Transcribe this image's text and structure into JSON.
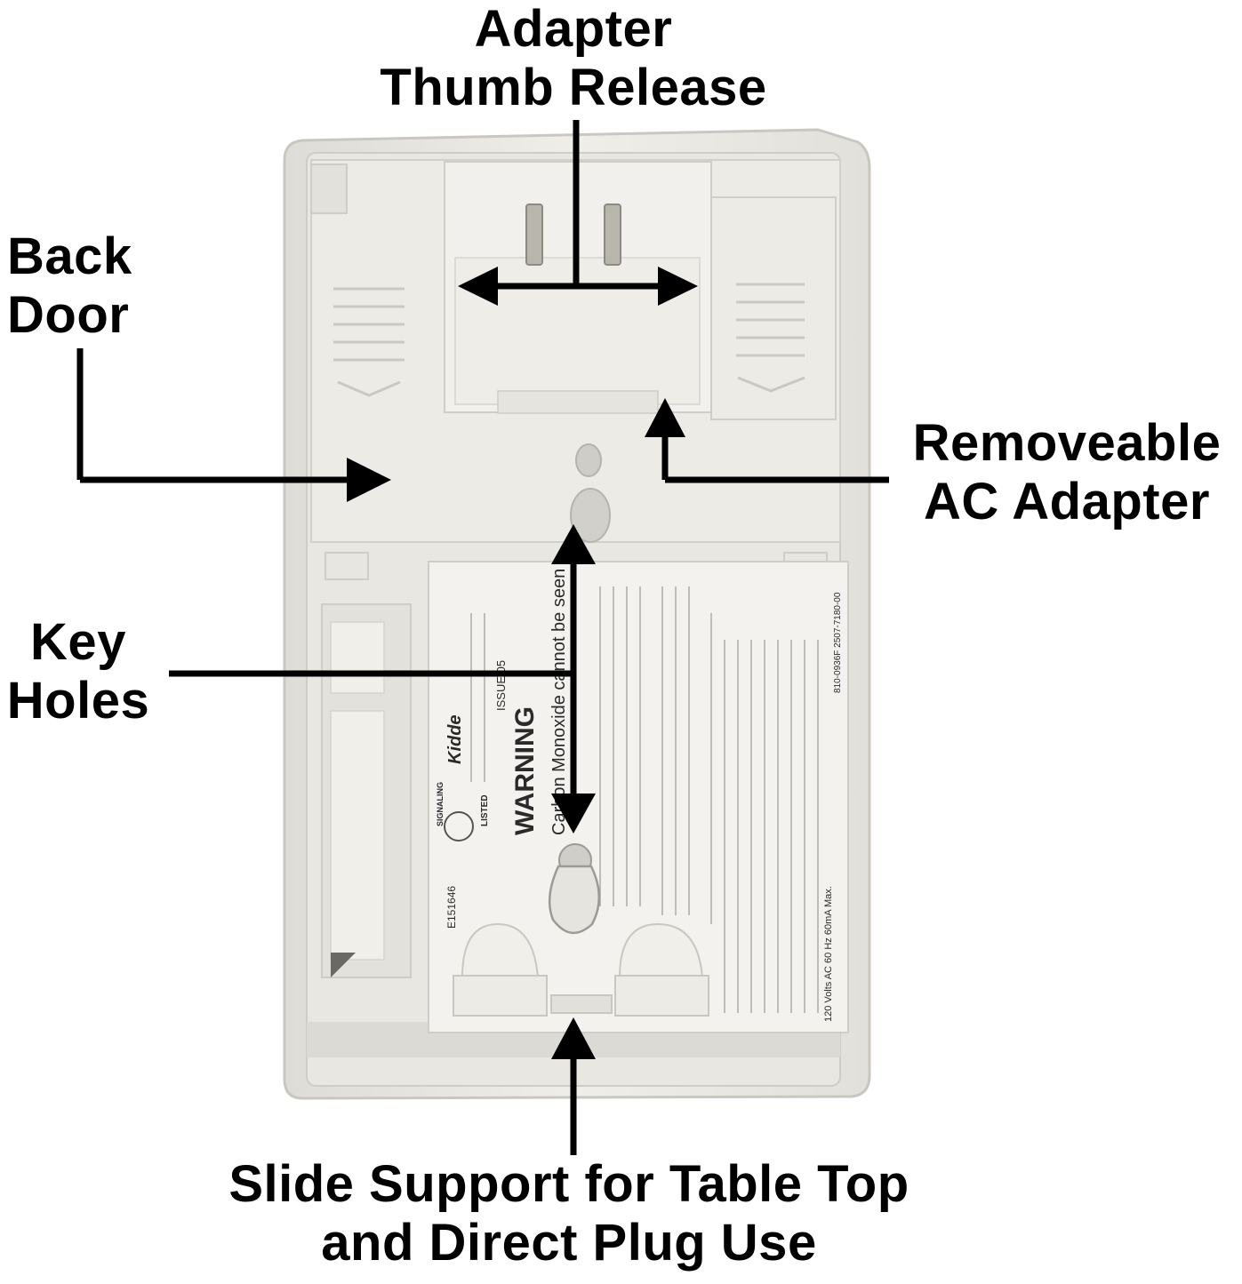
{
  "callouts": {
    "adapter_thumb_release": {
      "line1": "Adapter",
      "line2": "Thumb Release"
    },
    "back_door": {
      "line1": "Back",
      "line2": "Door"
    },
    "removeable_ac_adapter": {
      "line1": "Removeable",
      "line2": "AC Adapter"
    },
    "key_holes": {
      "line1": "Key",
      "line2": "Holes"
    },
    "slide_support": {
      "line1": "Slide Support for Table Top",
      "line2": "and Direct Plug Use"
    }
  },
  "device_label": {
    "warning_title": "WARNING",
    "carbon_monoxide_line": "Carbon Monoxide cannot be seen",
    "brand": "Kidde",
    "issue": "ISSUE 05",
    "listing_number": "E151646",
    "listed": "LISTED",
    "signaling": "SIGNALING",
    "ac_rating": "120 Volts AC  60 Hz  60mA Max.",
    "part_number": "810-0936F  2507-7180-00"
  },
  "colors": {
    "housing": "#ecebe6",
    "housing_shadow": "#d4d2cc",
    "label_paper": "#f3f2ee",
    "arrow": "#000000",
    "text": "#000000"
  }
}
